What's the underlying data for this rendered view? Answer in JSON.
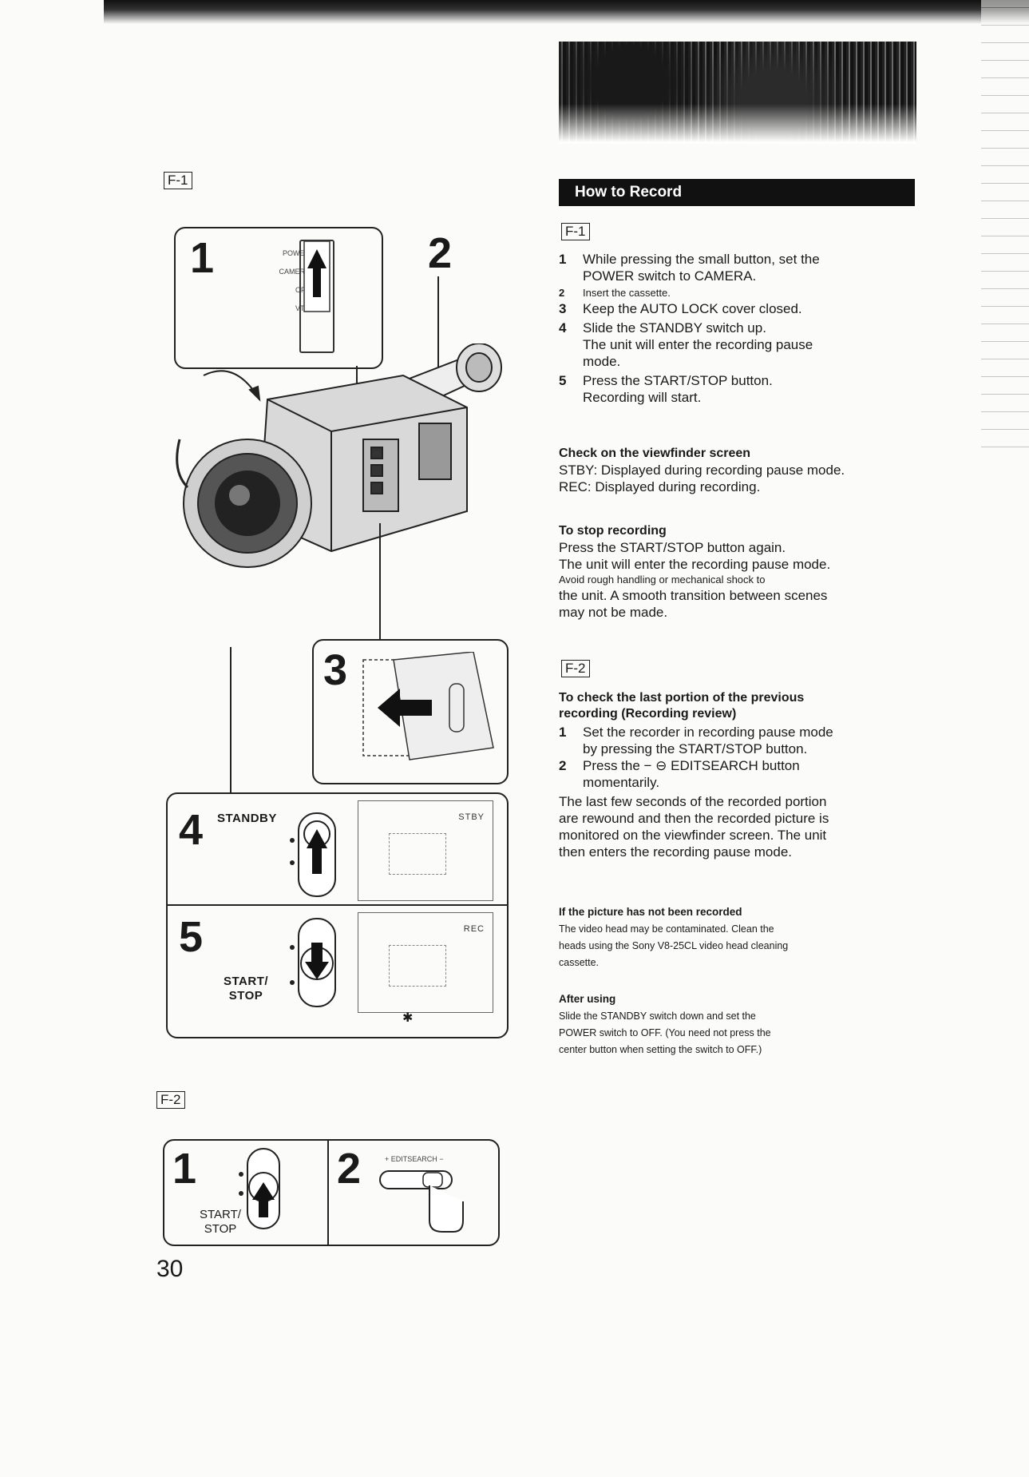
{
  "page": {
    "number": "30"
  },
  "left": {
    "f1_label": "F-1",
    "f2_label": "F-2",
    "step1_num": "1",
    "step2_num": "2",
    "step3_num": "3",
    "step4_num": "4",
    "step5_num": "5",
    "power_labels": [
      "POWER",
      "CAMERA",
      "OFF",
      "VTR"
    ],
    "standby_label": "STANDBY",
    "start_stop_label": "START/\nSTOP",
    "stby_screen": "STBY",
    "rec_screen": "REC",
    "f2_step1_num": "1",
    "f2_step2_num": "2",
    "f2_start_stop_label": "START/\nSTOP",
    "editsearch_label": "+ EDITSEARCH −"
  },
  "right": {
    "title": "How to Record",
    "f1_ref": "F-1",
    "steps": [
      {
        "n": "1",
        "lines": [
          "While pressing the small button, set the",
          "POWER switch to CAMERA."
        ]
      },
      {
        "n": "2",
        "lines": [
          "Insert the cassette."
        ]
      },
      {
        "n": "3",
        "lines": [
          "Keep the AUTO LOCK cover closed."
        ]
      },
      {
        "n": "4",
        "lines": [
          "Slide the STANDBY switch up.",
          "The unit will enter the recording pause",
          "mode."
        ]
      },
      {
        "n": "5",
        "lines": [
          "Press the START/STOP button.",
          "Recording will start."
        ]
      }
    ],
    "check_heading": "Check on the viewfinder screen",
    "check_lines": [
      "STBY: Displayed during recording pause mode.",
      "REC: Displayed during recording."
    ],
    "stop_heading": "To stop recording",
    "stop_lines": [
      "Press the START/STOP button again.",
      "The unit will enter the recording pause mode.",
      "Avoid rough handling or mechanical shock to",
      "the unit. A smooth transition between scenes",
      "may not be made."
    ],
    "f2_ref": "F-2",
    "review_heading_1": "To check the last portion of the previous",
    "review_heading_2": "recording (Recording review)",
    "review_steps": [
      {
        "n": "1",
        "lines": [
          "Set the recorder in recording pause mode",
          "by pressing the START/STOP button."
        ]
      },
      {
        "n": "2",
        "lines": [
          "Press the − ⊖ EDITSEARCH button",
          "momentarily."
        ]
      }
    ],
    "review_lines": [
      "The last few seconds of the recorded portion",
      "are rewound and then the recorded picture is",
      "monitored on the viewfinder screen. The unit",
      "then enters the recording pause mode."
    ],
    "notrec_heading": "If the picture has not been recorded",
    "notrec_lines": [
      "The video head may be contaminated. Clean the",
      "heads using the Sony V8-25CL video head cleaning",
      "cassette."
    ],
    "after_heading": "After using",
    "after_lines": [
      "Slide the STANDBY switch down and set the",
      "POWER switch to OFF. (You need not press the",
      "center button when setting the switch to OFF.)"
    ]
  }
}
